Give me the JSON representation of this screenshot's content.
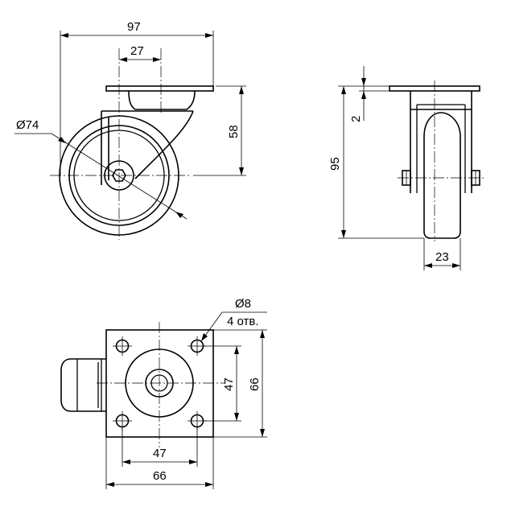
{
  "labels": {
    "overall_width": "97",
    "swivel_offset": "27",
    "wheel_diameter": "Ø74",
    "axle_height": "58",
    "total_height": "95",
    "plate_thickness": "2",
    "wheel_width": "23",
    "hole_diameter": "Ø8",
    "hole_count": "4 отв.",
    "hole_spacing_v": "47",
    "plate_height": "66",
    "hole_spacing_h": "47",
    "plate_width": "66"
  }
}
